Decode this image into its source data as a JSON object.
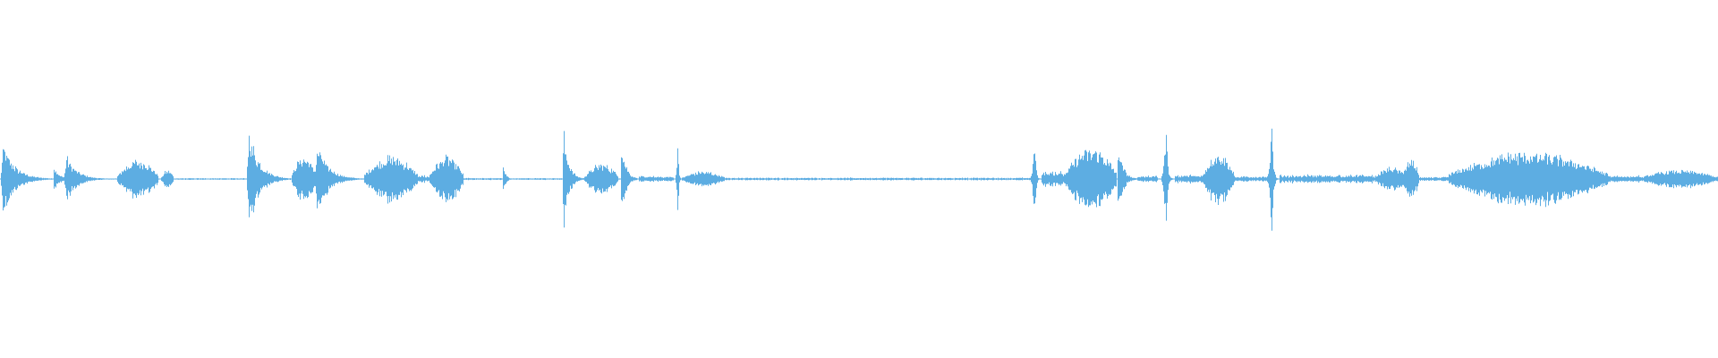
{
  "waveform": {
    "color": "#5dade2",
    "background": "#ffffff",
    "segments": [
      {
        "start": 0.0,
        "end": 0.031,
        "peak": 0.45,
        "shape": "attack-decay"
      },
      {
        "start": 0.031,
        "end": 0.04,
        "peak": 0.18,
        "shape": "decay"
      },
      {
        "start": 0.037,
        "end": 0.064,
        "peak": 0.3,
        "shape": "attack-decay"
      },
      {
        "start": 0.068,
        "end": 0.092,
        "peak": 0.25,
        "shape": "bulge"
      },
      {
        "start": 0.094,
        "end": 0.101,
        "peak": 0.12,
        "shape": "bulge"
      },
      {
        "start": 0.101,
        "end": 0.142,
        "peak": 0.012,
        "shape": "noise"
      },
      {
        "start": 0.143,
        "end": 0.17,
        "peak": 0.65,
        "shape": "attack-decay"
      },
      {
        "start": 0.17,
        "end": 0.184,
        "peak": 0.3,
        "shape": "bulge"
      },
      {
        "start": 0.183,
        "end": 0.212,
        "peak": 0.45,
        "shape": "attack-decay"
      },
      {
        "start": 0.212,
        "end": 0.243,
        "peak": 0.3,
        "shape": "bulge"
      },
      {
        "start": 0.243,
        "end": 0.25,
        "peak": 0.05,
        "shape": "noise"
      },
      {
        "start": 0.25,
        "end": 0.27,
        "peak": 0.3,
        "shape": "bulge"
      },
      {
        "start": 0.27,
        "end": 0.292,
        "peak": 0.015,
        "shape": "noise"
      },
      {
        "start": 0.292,
        "end": 0.3,
        "peak": 0.15,
        "shape": "attack-decay"
      },
      {
        "start": 0.3,
        "end": 0.327,
        "peak": 0.015,
        "shape": "noise"
      },
      {
        "start": 0.327,
        "end": 0.34,
        "peak": 0.65,
        "shape": "attack-decay"
      },
      {
        "start": 0.34,
        "end": 0.36,
        "peak": 0.2,
        "shape": "bulge"
      },
      {
        "start": 0.361,
        "end": 0.372,
        "peak": 0.55,
        "shape": "attack-decay"
      },
      {
        "start": 0.372,
        "end": 0.392,
        "peak": 0.04,
        "shape": "noise"
      },
      {
        "start": 0.393,
        "end": 0.397,
        "peak": 0.85,
        "shape": "spike"
      },
      {
        "start": 0.397,
        "end": 0.422,
        "peak": 0.1,
        "shape": "bulge"
      },
      {
        "start": 0.422,
        "end": 0.6,
        "peak": 0.02,
        "shape": "noise"
      },
      {
        "start": 0.6,
        "end": 0.606,
        "peak": 0.75,
        "shape": "spike"
      },
      {
        "start": 0.606,
        "end": 0.624,
        "peak": 0.12,
        "shape": "noise"
      },
      {
        "start": 0.62,
        "end": 0.65,
        "peak": 0.4,
        "shape": "bulge"
      },
      {
        "start": 0.65,
        "end": 0.662,
        "peak": 0.5,
        "shape": "attack-decay"
      },
      {
        "start": 0.662,
        "end": 0.674,
        "peak": 0.05,
        "shape": "noise"
      },
      {
        "start": 0.676,
        "end": 0.684,
        "peak": 0.85,
        "shape": "spike"
      },
      {
        "start": 0.684,
        "end": 0.7,
        "peak": 0.06,
        "shape": "noise"
      },
      {
        "start": 0.7,
        "end": 0.718,
        "peak": 0.35,
        "shape": "bulge"
      },
      {
        "start": 0.718,
        "end": 0.738,
        "peak": 0.04,
        "shape": "noise"
      },
      {
        "start": 0.738,
        "end": 0.745,
        "peak": 1.0,
        "shape": "spike"
      },
      {
        "start": 0.745,
        "end": 0.8,
        "peak": 0.06,
        "shape": "noise"
      },
      {
        "start": 0.8,
        "end": 0.82,
        "peak": 0.15,
        "shape": "bulge"
      },
      {
        "start": 0.816,
        "end": 0.826,
        "peak": 0.25,
        "shape": "bulge"
      },
      {
        "start": 0.826,
        "end": 0.843,
        "peak": 0.03,
        "shape": "noise"
      },
      {
        "start": 0.843,
        "end": 0.936,
        "peak": 0.35,
        "shape": "bulge"
      },
      {
        "start": 0.936,
        "end": 0.955,
        "peak": 0.05,
        "shape": "noise"
      },
      {
        "start": 0.955,
        "end": 1.0,
        "peak": 0.12,
        "shape": "bulge"
      }
    ]
  }
}
